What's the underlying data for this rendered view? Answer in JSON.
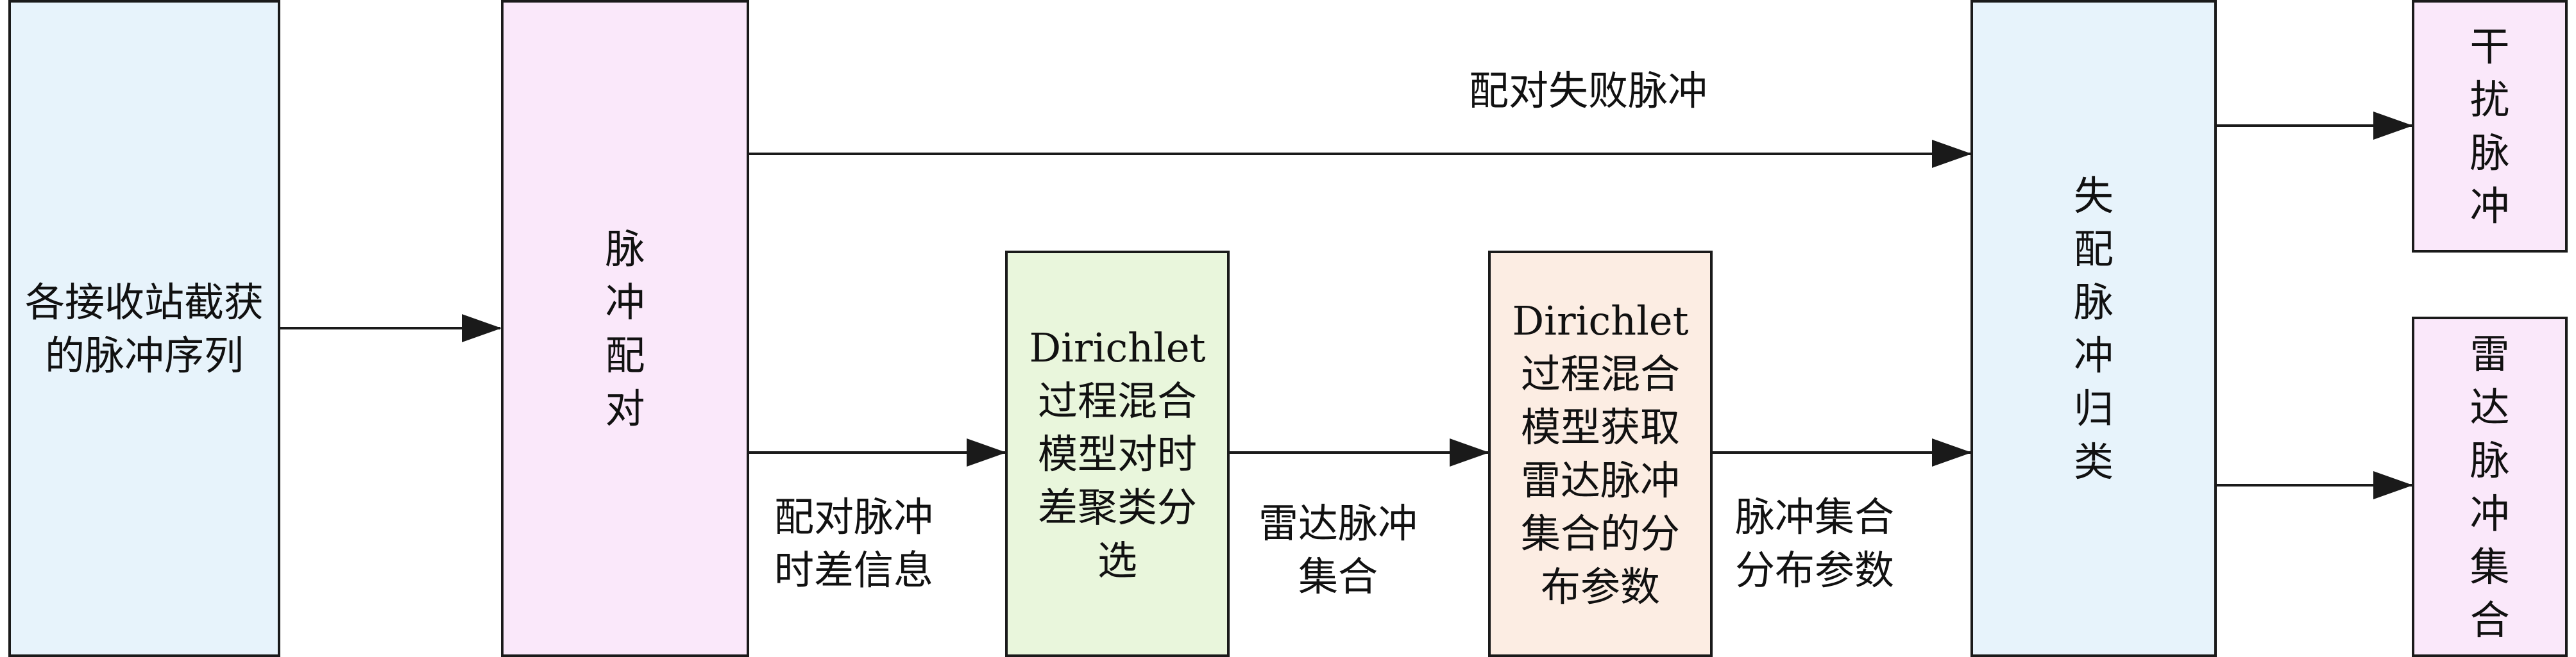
{
  "colors": {
    "blue_fill": "#E7F3FB",
    "pink_fill": "#FAE8FA",
    "green_fill": "#E9F6DC",
    "peach_fill": "#FCEDE3",
    "stroke": "#1A1A1A"
  },
  "nodes": {
    "intercepted": {
      "lines": [
        "各接收站截获",
        "的脉冲序列"
      ]
    },
    "pairing": {
      "lines": [
        "脉",
        "冲",
        "配",
        "对"
      ]
    },
    "dpmm_tdoa": {
      "lines": [
        "Dirichlet",
        "过程混合",
        "模型对时",
        "差聚类分",
        "选"
      ]
    },
    "dpmm_params": {
      "lines": [
        "Dirichlet",
        "过程混合",
        "模型获取",
        "雷达脉冲",
        "集合的分",
        "布参数"
      ]
    },
    "unpaired_classify": {
      "lines": [
        "失",
        "配",
        "脉",
        "冲",
        "归",
        "类"
      ]
    },
    "interference": {
      "lines": [
        "干",
        "扰",
        "脉",
        "冲"
      ]
    },
    "radar_set": {
      "lines": [
        "雷",
        "达",
        "脉",
        "冲",
        "集",
        "合"
      ]
    }
  },
  "edge_labels": {
    "pair_fail": {
      "lines": [
        "配对失败脉冲"
      ]
    },
    "pair_tdoa": {
      "lines": [
        "配对脉冲",
        "时差信息"
      ]
    },
    "radar_pulse_set": {
      "lines": [
        "雷达脉冲",
        "集合"
      ]
    },
    "pulse_set_params": {
      "lines": [
        "脉冲集合",
        "分布参数"
      ]
    }
  }
}
